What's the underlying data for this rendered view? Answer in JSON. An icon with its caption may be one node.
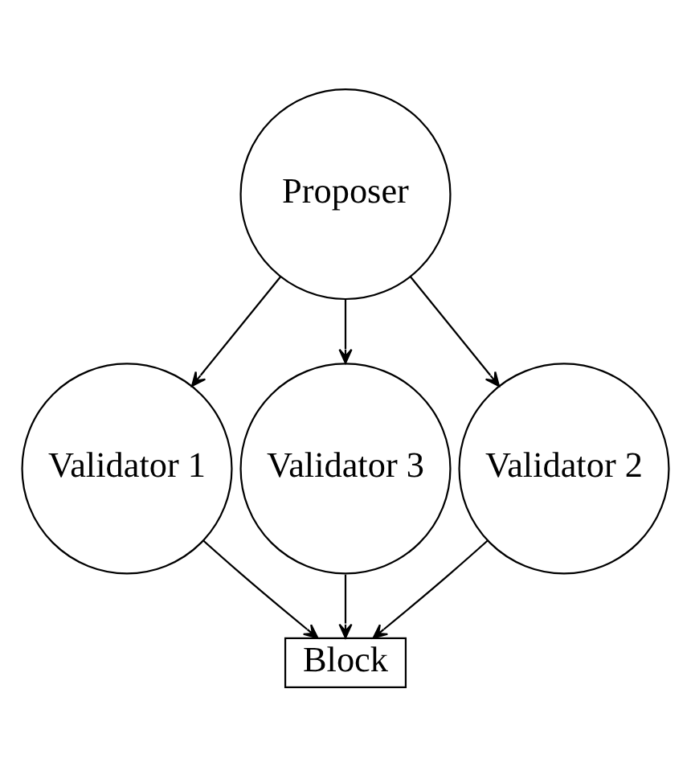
{
  "diagram": {
    "nodes": [
      {
        "text": [
          "Proposer"
        ]
      },
      {
        "text": [
          "Validator 1"
        ]
      },
      {
        "text": [
          "Validator 3"
        ]
      },
      {
        "text": [
          "Validator 2"
        ]
      },
      {
        "text": [
          "Block"
        ]
      }
    ],
    "edges": [
      {
        "from": 0,
        "to": 1,
        "arrow": "to"
      },
      {
        "from": 0,
        "to": 2,
        "arrow": "to"
      },
      {
        "from": 0,
        "to": 3,
        "arrow": "to"
      },
      {
        "from": 1,
        "to": 4,
        "arrow": "to"
      },
      {
        "from": 2,
        "to": 4,
        "arrow": "to"
      },
      {
        "from": 3,
        "to": 4,
        "arrow": "to"
      }
    ]
  }
}
